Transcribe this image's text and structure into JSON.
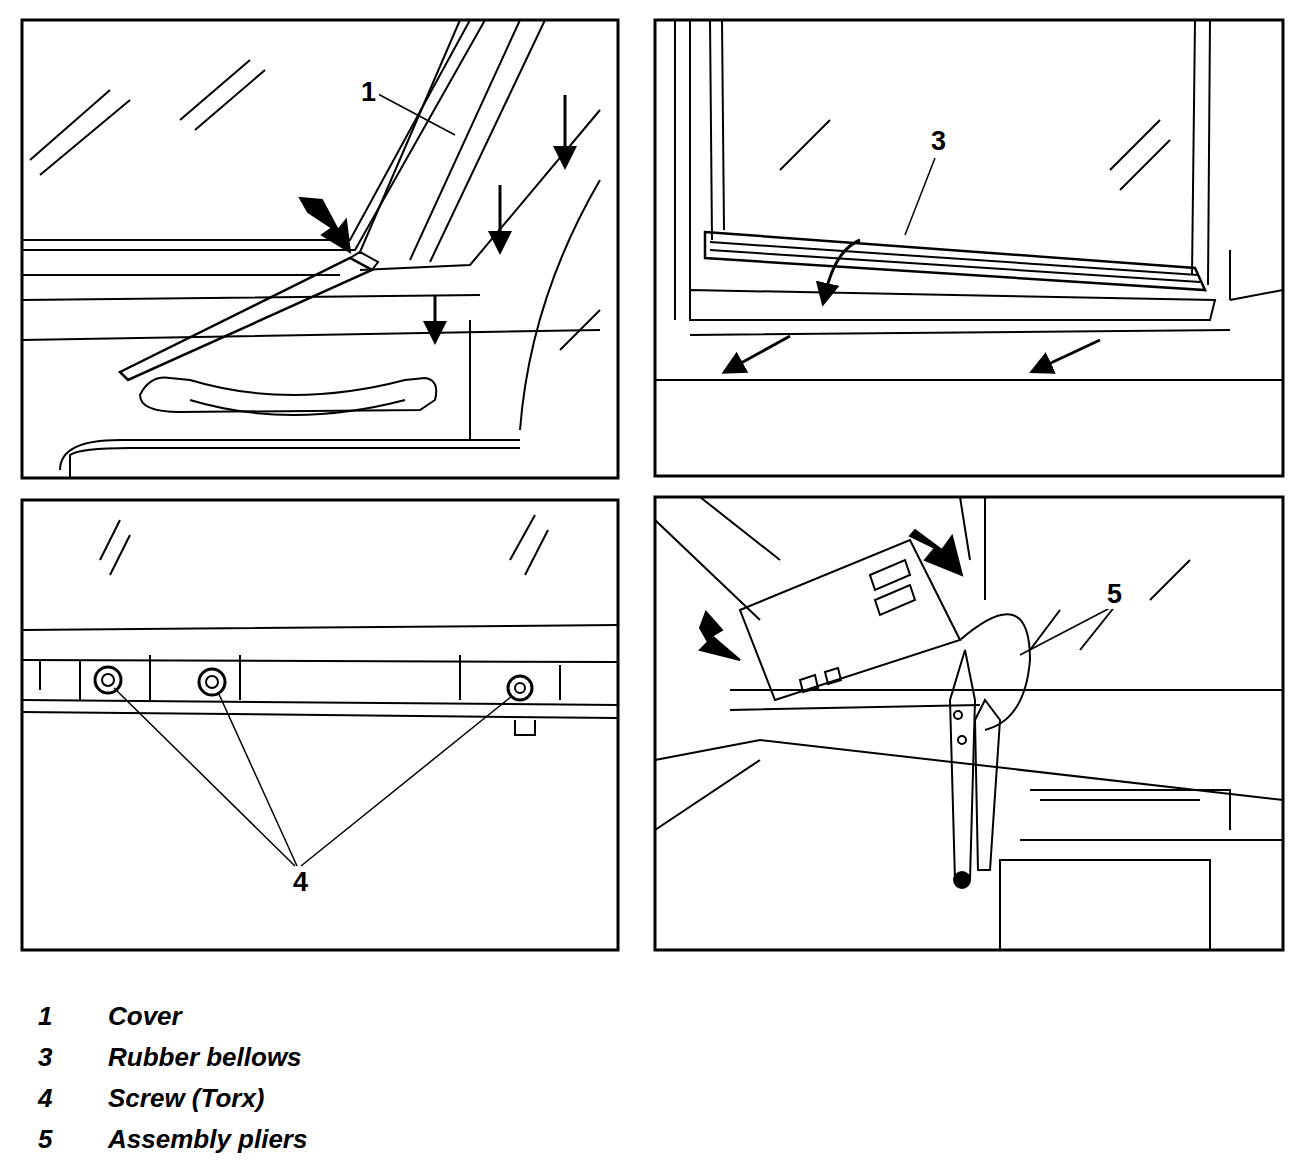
{
  "diagram": {
    "labels": [
      "1",
      "3",
      "4",
      "5",
      "1",
      "Cover",
      "3",
      "Rubber bellows",
      "4",
      "Screw (Torx)",
      "5",
      "Assembly pliers"
    ]
  }
}
